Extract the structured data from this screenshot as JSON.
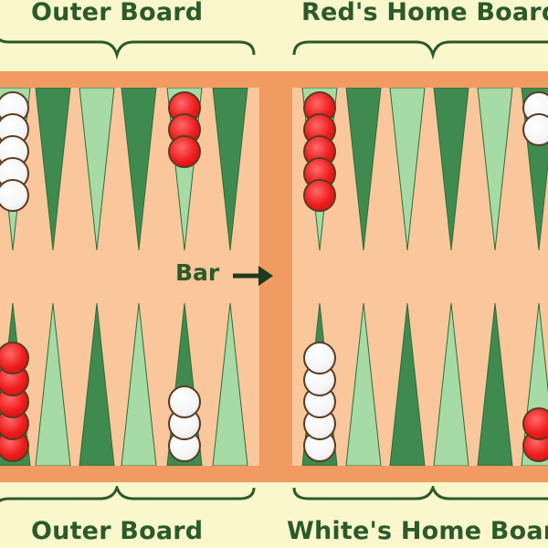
{
  "labels": {
    "top_left": "Outer Board",
    "top_right": "Red's Home Board",
    "bottom_left": "Outer Board",
    "bottom_right": "White's Home Board",
    "bar": "Bar"
  },
  "colors": {
    "background": "#fbf7cc",
    "frame": "#f19a62",
    "board": "#f9c79b",
    "dark_point": "#3f8a4f",
    "light_point": "#a6dba6",
    "red_checker": "#ee1c1c",
    "white_checker": "#ffffff",
    "text": "#2b5a2b"
  },
  "board": {
    "points": {
      "top_left": [
        "light",
        "dark",
        "light",
        "dark",
        "light",
        "dark"
      ],
      "top_right": [
        "light",
        "dark",
        "light",
        "dark",
        "light",
        "dark"
      ],
      "bottom_left": [
        "dark",
        "light",
        "dark",
        "light",
        "dark",
        "light"
      ],
      "bottom_right": [
        "dark",
        "light",
        "dark",
        "light",
        "dark",
        "light"
      ]
    },
    "checker_stacks": [
      {
        "quadrant": "top_left",
        "point": 0,
        "color": "white",
        "count": 5
      },
      {
        "quadrant": "top_left",
        "point": 4,
        "color": "red",
        "count": 3
      },
      {
        "quadrant": "bottom_left",
        "point": 0,
        "color": "red",
        "count": 5
      },
      {
        "quadrant": "bottom_left",
        "point": 4,
        "color": "white",
        "count": 3
      },
      {
        "quadrant": "top_right",
        "point": 0,
        "color": "red",
        "count": 5
      },
      {
        "quadrant": "top_right",
        "point": 5,
        "color": "white",
        "count": 2
      },
      {
        "quadrant": "bottom_right",
        "point": 0,
        "color": "white",
        "count": 5
      },
      {
        "quadrant": "bottom_right",
        "point": 5,
        "color": "red",
        "count": 2
      }
    ]
  }
}
